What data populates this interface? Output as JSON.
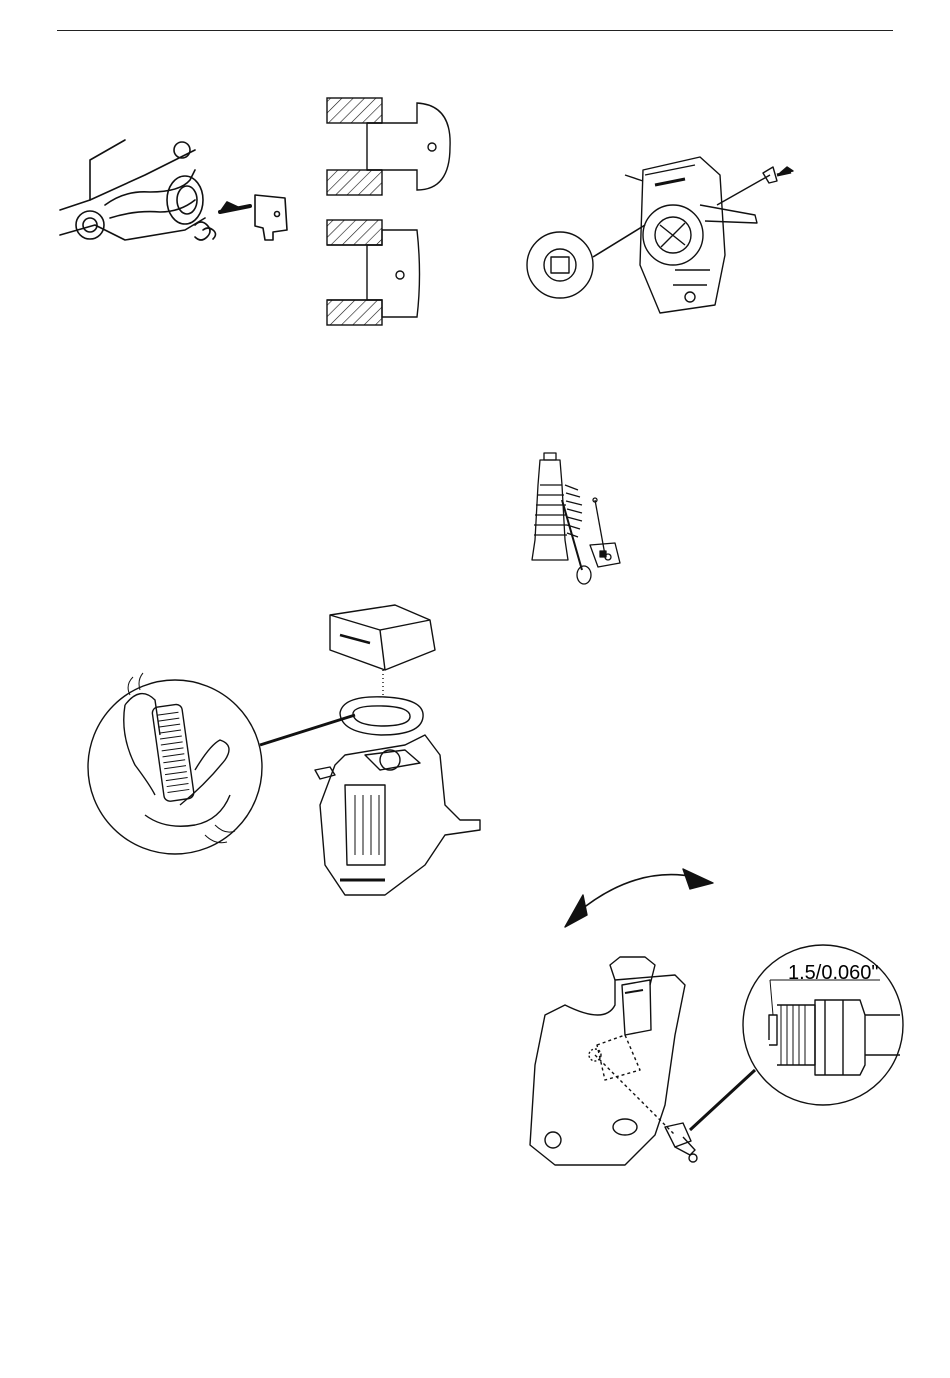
{
  "page": {
    "illustrations": [
      {
        "id": "filter-insert",
        "icon": "filter-plate-insertion-icon"
      },
      {
        "id": "plate-fit",
        "icon": "plate-fit-cross-section-icon"
      },
      {
        "id": "engine-starter",
        "icon": "engine-recoil-starter-icon"
      },
      {
        "id": "cylinder-pin",
        "icon": "cylinder-piston-pin-icon"
      },
      {
        "id": "air-filter",
        "icon": "air-filter-cleaning-icon"
      },
      {
        "id": "spark-plug",
        "icon": "spark-plug-gap-icon"
      }
    ],
    "spark_plug": {
      "gap_label": "1.5/0.060\""
    }
  }
}
